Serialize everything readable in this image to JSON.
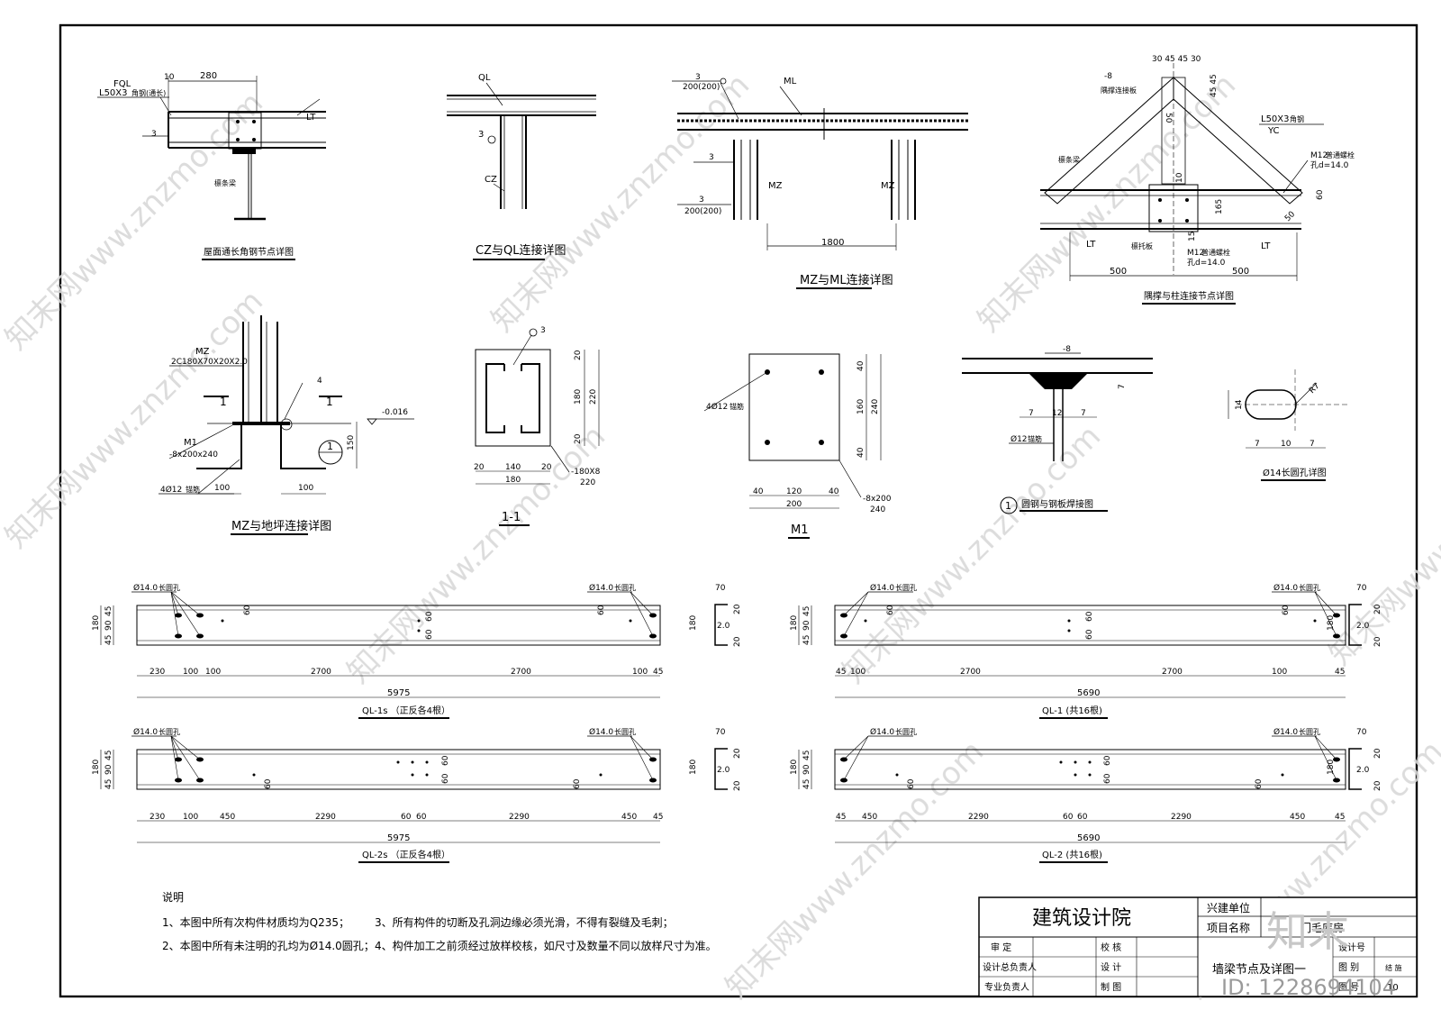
{
  "details": {
    "roof": {
      "caption": "屋面通长角钢节点详图",
      "fql": "FQL",
      "angle": "L50X3",
      "angle_note": "角钢(通长)",
      "lt": "LT",
      "dim_10": "10",
      "dim_280": "280",
      "weld": "3",
      "beam_note": "檩条梁"
    },
    "cz_ql": {
      "caption": "CZ与QL连接详图",
      "ql": "QL",
      "cz": "CZ",
      "weld": "3"
    },
    "mz_ml": {
      "caption": "MZ与ML连接详图",
      "ml": "ML",
      "mz1": "MZ",
      "mz2": "MZ",
      "weld_top_a": "3",
      "weld_top_b": "200(200)",
      "weld_mid": "3",
      "weld_bot_a": "3",
      "weld_bot_b": "200(200)",
      "dim_1800": "1800"
    },
    "brace": {
      "caption": "隅撑与柱连接节点详图",
      "plate": "-8",
      "plate_note": "隅撑连接板",
      "top_dims": "30 45 45 30",
      "side_dims": "45 45",
      "dim_50": "50",
      "angle": "L50X3",
      "angle_note": "角钢",
      "yc": "YC",
      "bolt_a": "M12",
      "bolt_a_note": "普通螺栓",
      "bolt_a_hole": "孔d=14.0",
      "bolt_b": "M12",
      "bolt_b_note": "普通螺栓",
      "bolt_b_hole": "孔d=14.0",
      "dim_10": "10",
      "dim_165": "165",
      "dim_15": "15",
      "dim_60": "60",
      "dim_50b": "50",
      "dim_500a": "500",
      "dim_500b": "500",
      "lt_a": "LT",
      "lt_b": "LT",
      "stiff_note": "檩托板",
      "beam_note": "檩条梁"
    },
    "mz_base": {
      "caption": "MZ与地坪连接详图",
      "mz": "MZ",
      "mz_spec": "2C180X70X20X2.0",
      "m1": "M1",
      "m1_spec": "-8x200x240",
      "anchor": "4Ø12",
      "anchor_note": "锚筋",
      "elev": "-0.016",
      "sec_l": "1",
      "sec_r": "1",
      "weld": "4",
      "dim_100a": "100",
      "dim_100b": "100",
      "dim_150": "150",
      "circ": "1"
    },
    "sec11": {
      "caption": "1-1",
      "weld": "3",
      "r20a": "20",
      "r180": "180",
      "r20b": "20",
      "r220": "220",
      "b20a": "20",
      "b140": "140",
      "b20b": "20",
      "b180": "180",
      "plate": "-180X8",
      "plate_w": "220"
    },
    "m1": {
      "caption": "M1",
      "anchor": "4Ø12",
      "anchor_note": "锚筋",
      "r40a": "40",
      "r160": "160",
      "r40b": "40",
      "r240": "240",
      "b40a": "40",
      "b120": "120",
      "b40b": "40",
      "b200": "200",
      "plate": "-8x200",
      "plate_w": "240"
    },
    "weld_bar": {
      "caption": "圆钢与钢板焊接图",
      "circ": "1",
      "plate": "-8",
      "d7a": "7",
      "d12": "12",
      "d7b": "7",
      "d7c": "7",
      "bar": "Ø12",
      "bar_note": "锚筋"
    },
    "slot": {
      "caption": "Ø14长圆孔详图",
      "r": "R7",
      "h14": "14",
      "w7a": "7",
      "w10": "10",
      "w7b": "7"
    }
  },
  "beams": [
    {
      "caption": "QL-1s （正反各4根）",
      "hole": "Ø14.0",
      "hole_note": "长圆孔",
      "hole2": "Ø14.0",
      "hole2_note": "长圆孔",
      "h45a": "45",
      "h90": "90",
      "h45b": "45",
      "h180": "180",
      "segs": [
        "230",
        "100",
        "100",
        "2700",
        "2700",
        "100",
        "45"
      ],
      "total": "5975",
      "m60a": "60",
      "m60b": "60",
      "m60c": "60",
      "m60d": "60",
      "sec_70": "70",
      "sec_180": "180",
      "sec_20a": "20",
      "sec_thk": "2.0",
      "sec_20b": "20"
    },
    {
      "caption": "QL-1 (共16根)",
      "hole": "Ø14.0",
      "hole_note": "长圆孔",
      "hole2": "Ø14.0",
      "hole2_note": "长圆孔",
      "h45a": "45",
      "h90": "90",
      "h45b": "45",
      "h180": "180",
      "segs": [
        "45",
        "100",
        "2700",
        "2700",
        "100",
        "45"
      ],
      "total": "5690",
      "m60a": "60",
      "m60b": "60",
      "m60c": "60",
      "m60d": "60",
      "sec_70": "70",
      "sec_180": "180",
      "sec_20a": "20",
      "sec_thk": "2.0",
      "sec_20b": "20"
    },
    {
      "caption": "QL-2s （正反各4根）",
      "hole": "Ø14.0",
      "hole_note": "长圆孔",
      "hole2": "Ø14.0",
      "hole2_note": "长圆孔",
      "h45a": "45",
      "h90": "90",
      "h45b": "45",
      "h180": "180",
      "segs": [
        "230",
        "100",
        "450",
        "2290",
        "60",
        "60",
        "2290",
        "450",
        "45"
      ],
      "total": "5975",
      "m60a": "60",
      "m60b": "60",
      "m60c": "60",
      "m60d": "60",
      "sec_70": "70",
      "sec_180": "180",
      "sec_20a": "20",
      "sec_thk": "2.0",
      "sec_20b": "20"
    },
    {
      "caption": "QL-2 (共16根)",
      "hole": "Ø14.0",
      "hole_note": "长圆孔",
      "hole2": "Ø14.0",
      "hole2_note": "长圆孔",
      "h45a": "45",
      "h90": "90",
      "h45b": "45",
      "h180": "180",
      "segs": [
        "45",
        "450",
        "2290",
        "60",
        "60",
        "2290",
        "450",
        "45"
      ],
      "total": "5690",
      "m60a": "60",
      "m60b": "60",
      "m60c": "60",
      "m60d": "60",
      "sec_70": "70",
      "sec_180": "180",
      "sec_20a": "20",
      "sec_thk": "2.0",
      "sec_20b": "20"
    }
  ],
  "notes": {
    "title": "说明",
    "n1": "1、本图中所有次构件材质均为Q235；",
    "n2": "2、本图中所有未注明的孔均为Ø14.0圆孔；",
    "n3": "3、所有构件的切断及孔洞边缘必须光滑，不得有裂缝及毛刺；",
    "n4": "4、构件加工之前须经过放样校核，如尺寸及数量不同以放样尺寸为准。"
  },
  "titleblock": {
    "institute": "建筑设计院",
    "unit_label": "兴建单位",
    "project_label": "项目名称",
    "project_value": "门毛库房",
    "approve": "审 定",
    "check": "校 核",
    "lead": "设计总负责人",
    "design": "设 计",
    "pro": "专业负责人",
    "draw": "制 图",
    "drawing_name": "墙梁节点及详图一",
    "no_label": "设计号",
    "cat_label": "图 别",
    "cat_value": "结 施",
    "num_label": "图 号",
    "num_value": "10"
  },
  "watermarks": {
    "site": "知末网www.znzmo.com",
    "brand": "知末",
    "id": "ID: 1228694104"
  }
}
